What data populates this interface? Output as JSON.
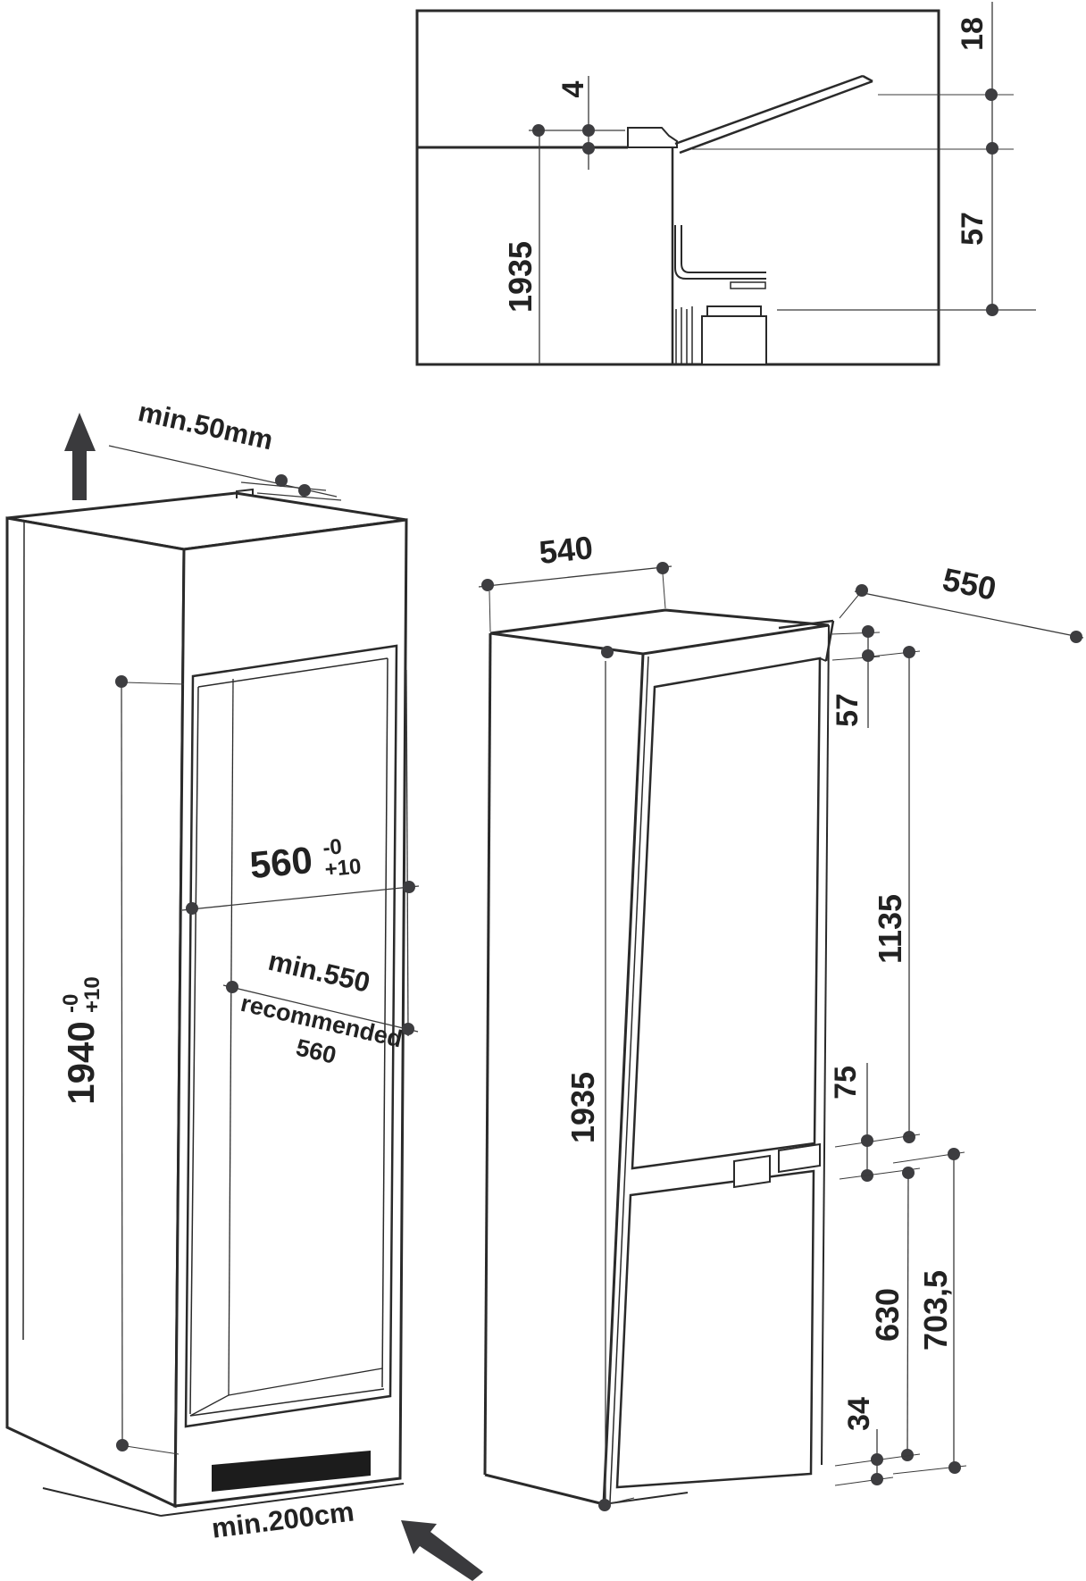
{
  "title": "Built-in refrigerator installation dimensions drawing",
  "colors": {
    "line": "#2a2a2a",
    "dot": "#3d3d40",
    "arrow": "#3a3a3d",
    "background": "#ffffff",
    "vent_slot": "#1c1c1c"
  },
  "top_section_view": {
    "dims": {
      "height_1935": "1935",
      "top_gap": "4",
      "panel_thickness": "18",
      "hinge_offset": "57"
    }
  },
  "cabinet_view": {
    "dims": {
      "top_clearance": "min.50mm",
      "niche_width": {
        "value": "560",
        "tol_top": "-0",
        "tol_bottom": "+10"
      },
      "niche_height": {
        "value": "1940",
        "tol_top": "-0",
        "tol_bottom": "+10"
      },
      "niche_depth_min": "min.550",
      "niche_depth_recommended_label": "recommended",
      "niche_depth_recommended_value": "560",
      "ventilation_min": "min.200cm"
    }
  },
  "product_view": {
    "dims": {
      "depth_body": "540",
      "depth_total": "550",
      "top_offset": "57",
      "upper_door_height": "1135",
      "door_gap": "75",
      "lower_door_height": "630",
      "lower_section_height": "703,5",
      "bottom_offset": "34",
      "total_height": "1935"
    }
  }
}
